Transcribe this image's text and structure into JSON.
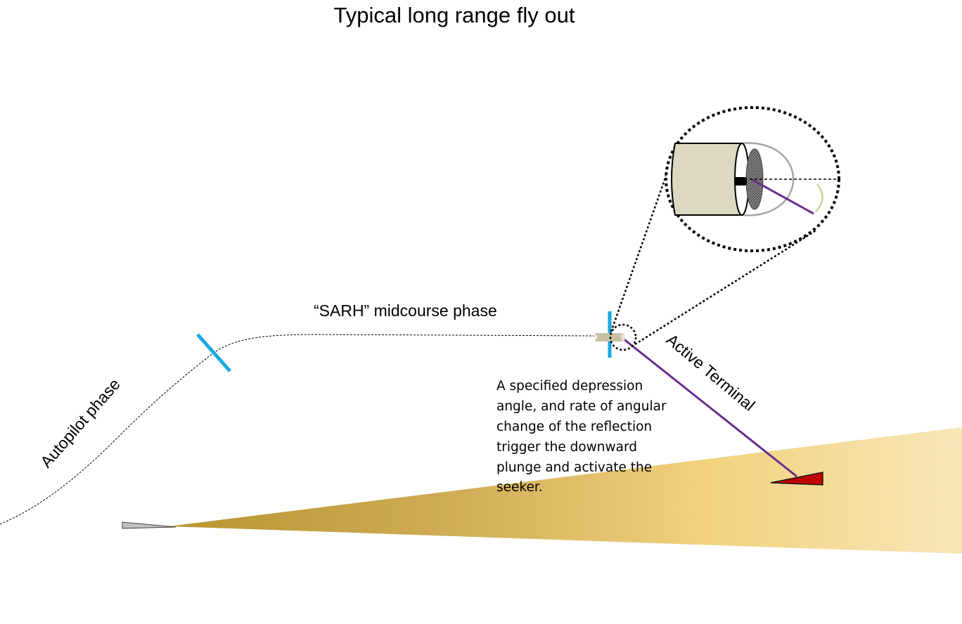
{
  "title": "Typical long range fly out",
  "labels": {
    "autopilot": "Autopilot phase",
    "midcourse": "“SARH” midcourse phase",
    "terminal": "Active Terminal"
  },
  "note_lines": [
    "A specified depression",
    "angle, and rate of angular",
    "change of the reflection",
    "trigger the downward",
    "plunge and activate the",
    "seeker."
  ],
  "colors": {
    "phase_marker": "#1aa8e0",
    "beam_dark": "#b8952f",
    "beam_mid": "#f2d27e",
    "beam_light": "#f7e6b8",
    "seeker_line": "#6a2d8c",
    "target": "#c00000",
    "missile_body": "#ddd8c2",
    "launcher": "#bfbfbf",
    "gimbal_arc": "#c6d79a"
  }
}
